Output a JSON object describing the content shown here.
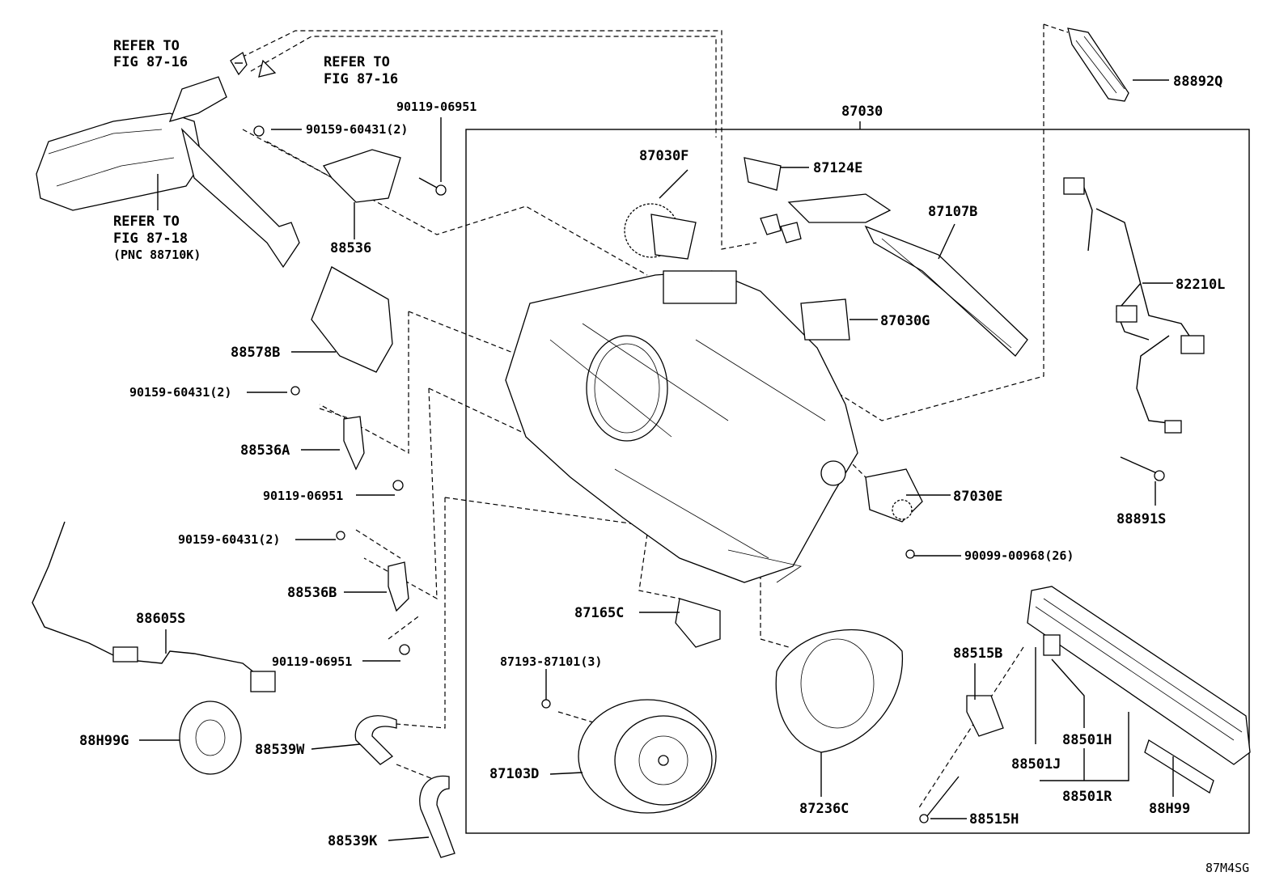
{
  "labels": {
    "refer_87_16_a_1": "REFER TO",
    "refer_87_16_a_2": "FIG 87-16",
    "refer_87_16_b_1": "REFER TO",
    "refer_87_16_b_2": "FIG 87-16",
    "refer_87_18_1": "REFER TO",
    "refer_87_18_2": "FIG 87-18",
    "refer_87_18_3": "(PNC 88710K)",
    "p90119_06951_top": "90119-06951",
    "p90159_60431_top": "90159-60431(2)",
    "p88536": "88536",
    "p87030": "87030",
    "p87030F": "87030F",
    "p87124E": "87124E",
    "p87107B": "87107B",
    "p87030G": "87030G",
    "p88892Q": "88892Q",
    "p82210L": "82210L",
    "p88578B": "88578B",
    "p90159_60431_mid": "90159-60431(2)",
    "p88536A": "88536A",
    "p90119_06951_mid": "90119-06951",
    "p90159_60431_low": "90159-60431(2)",
    "p88536B": "88536B",
    "p90119_06951_low": "90119-06951",
    "p88605S": "88605S",
    "p88H99G": "88H99G",
    "p88539W": "88539W",
    "p88539K": "88539K",
    "p87030E": "87030E",
    "p88891S": "88891S",
    "p90099_00968": "90099-00968(26)",
    "p87165C": "87165C",
    "p87193_87101": "87193-87101(3)",
    "p87103D": "87103D",
    "p87236C": "87236C",
    "p88515B": "88515B",
    "p88515H": "88515H",
    "p88501H": "88501H",
    "p88501J": "88501J",
    "p88501R": "88501R",
    "p88H99": "88H99",
    "fig_code": "87M4SG"
  }
}
